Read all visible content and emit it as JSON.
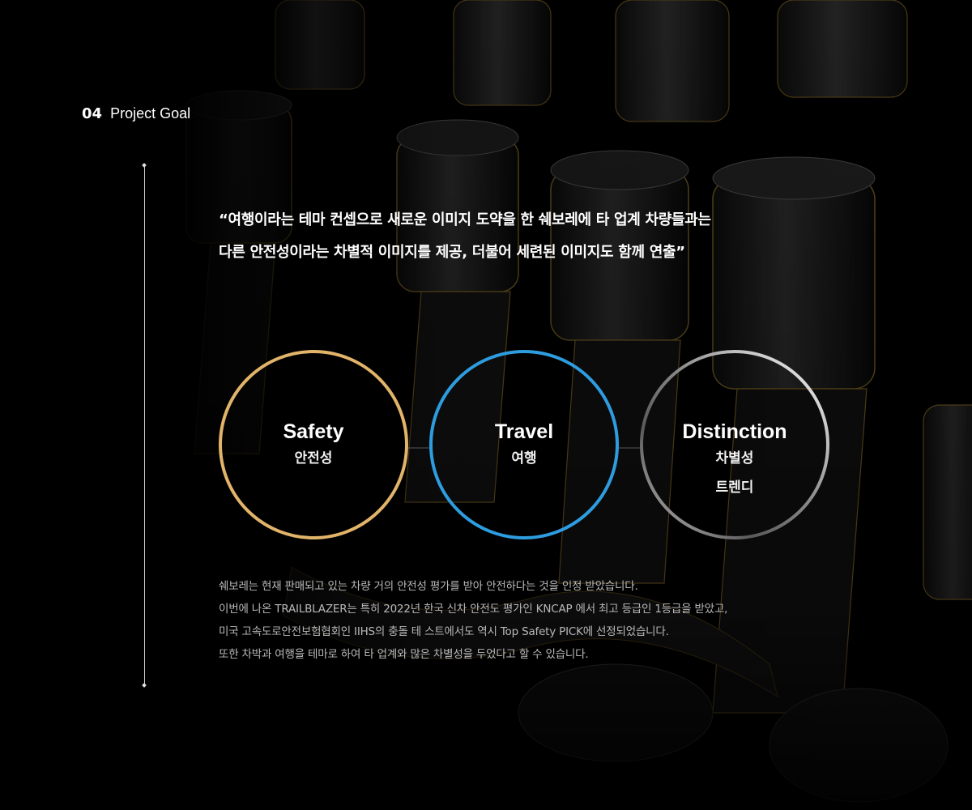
{
  "header": {
    "number": "04",
    "title": "Project Goal"
  },
  "quote": {
    "line1": "“여행이라는 테마 컨셉으로 새로운 이미지 도약을 한 쉐보레에 타 업계 차량들과는",
    "line2": "다른 안전성이라는 차별적 이미지를 제공, 더불어 세련된 이미지도 함께 연출”"
  },
  "goals": [
    {
      "title": "Safety",
      "subtitle": "안전성",
      "color": "#e2b46a"
    },
    {
      "title": "Travel",
      "subtitle": "여행",
      "color": "#2e9de0"
    },
    {
      "title": "Distinction",
      "subtitle": "차별성",
      "subtitle2": "트렌디",
      "color": "#d9d9d9"
    }
  ],
  "description": {
    "line1": "쉐보레는 현재 판매되고 있는 차량 거의 안전성 평가를 받아 안전하다는 것을 인정 받았습니다.",
    "line2": "이번에 나온 TRAILBLAZER는 특히 2022년 한국 신차 안전도 평가인 KNCAP 에서 최고 등급인 1등급을 받았고,",
    "line3": "미국 고속도로안전보험협회인 IIHS의 충돌 테 스트에서도 역시 Top Safety PICK에 선정되었습니다.",
    "line4": "또한 차박과 여행을 테마로 하여 타 업계와 많은 차별성을 두었다고 할 수 있습니다."
  },
  "colors": {
    "background": "#000000",
    "safety": "#e2b46a",
    "travel": "#2e9de0",
    "distinction": "#d9d9d9"
  }
}
